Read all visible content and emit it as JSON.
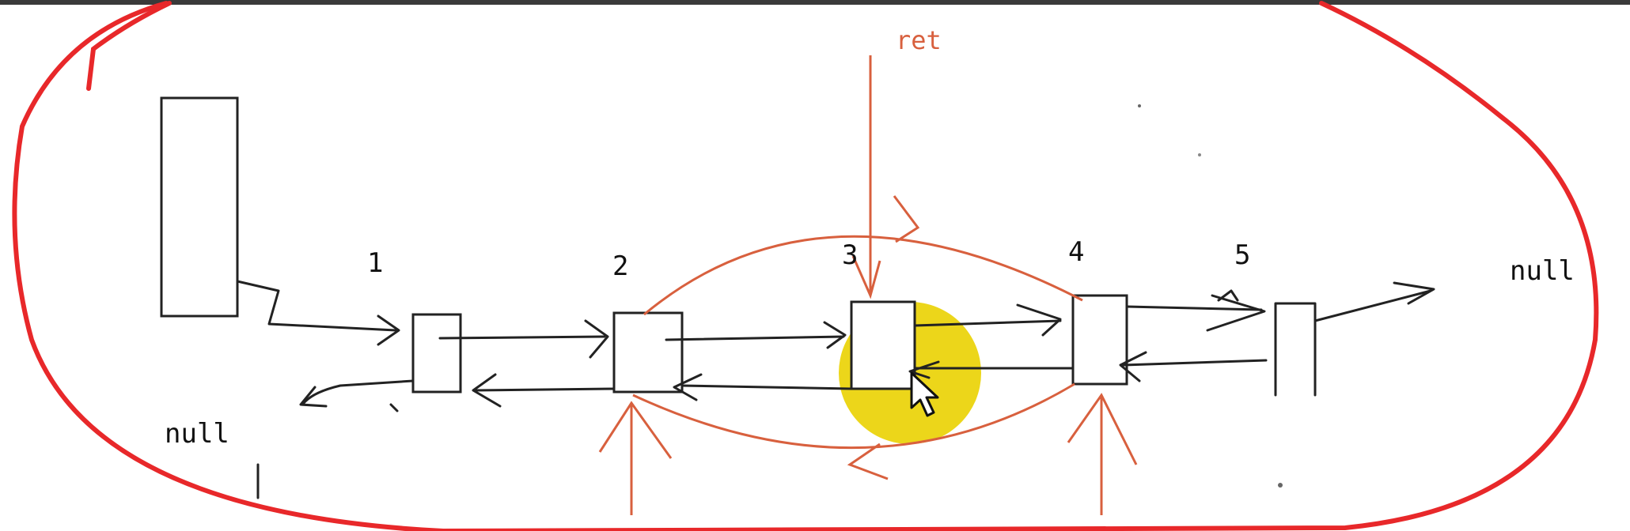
{
  "colors": {
    "red_pen": "#e8282a",
    "red_line": "#d8603e",
    "ink": "#222222",
    "highlight": "#ecd61a",
    "top_bar": "#3a3a3a"
  },
  "labels": {
    "node_1": "1",
    "node_2": "2",
    "node_3": "3",
    "node_4": "4",
    "node_5": "5",
    "null_left": "null",
    "null_right": "null",
    "ret": "ret"
  },
  "icons": {
    "cursor": "mouse-pointer-icon"
  }
}
